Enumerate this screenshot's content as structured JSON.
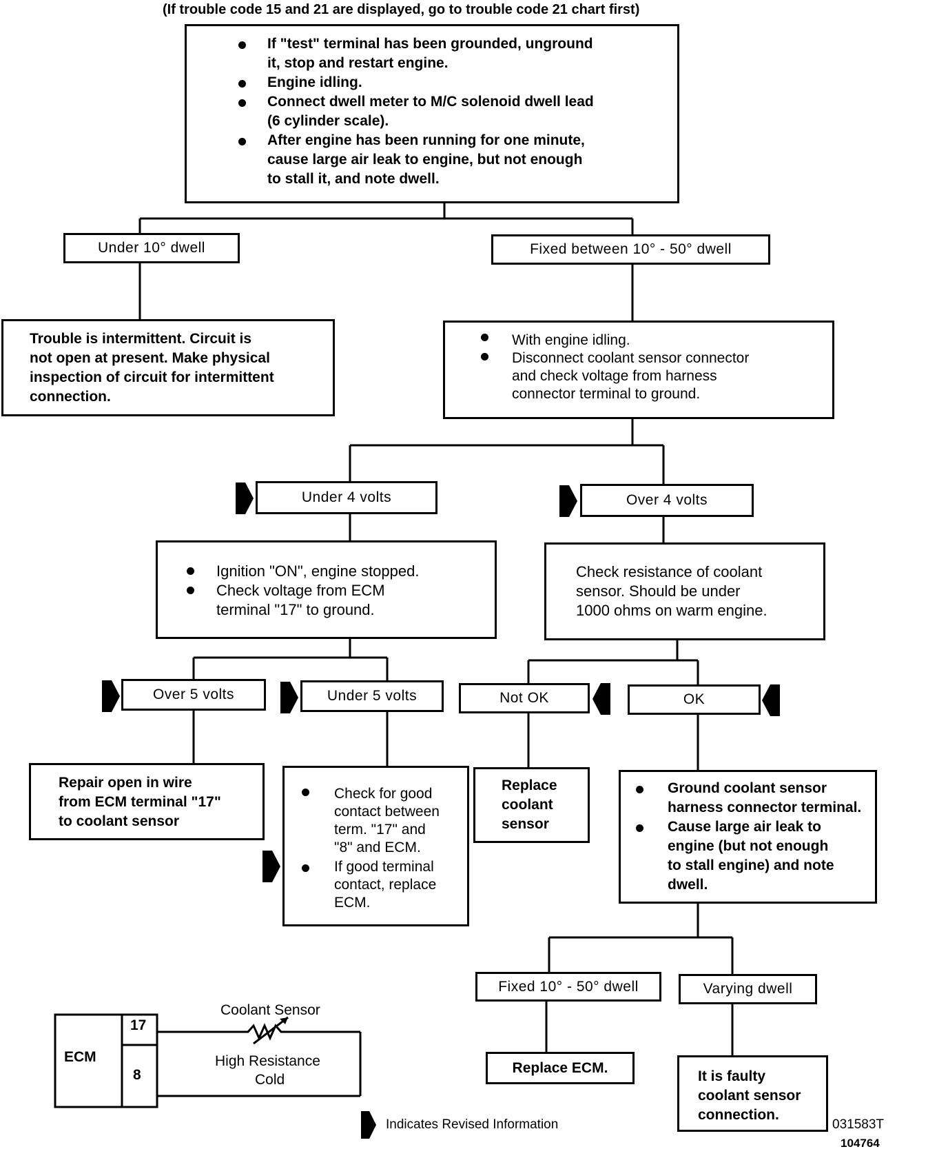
{
  "header_note": "(If trouble code 15 and 21 are displayed, go to trouble code 21 chart first)",
  "top_box": {
    "items": [
      "If \"test\" terminal has been grounded, unground",
      "it, stop and restart engine.",
      "Engine idling.",
      "Connect dwell meter to M/C solenoid dwell lead",
      "(6 cylinder scale).",
      "After engine has been running for one minute,",
      "cause large air leak to engine, but not enough",
      "to stall it, and note dwell."
    ]
  },
  "branch_under_10": "Under 10° dwell",
  "branch_fixed_10_50": "Fixed between 10° - 50° dwell",
  "intermittent_box": {
    "lines": [
      "Trouble is intermittent. Circuit is",
      "not open at present. Make physical",
      "inspection of circuit for intermittent",
      "connection."
    ]
  },
  "idle_box": {
    "lines": [
      "With engine idling.",
      "Disconnect coolant sensor connector",
      "and check voltage from harness",
      "connector terminal to ground."
    ]
  },
  "under_4v": "Under 4 volts",
  "over_4v": "Over 4 volts",
  "ignition_box": {
    "lines": [
      "Ignition \"ON\", engine stopped.",
      "Check voltage from ECM",
      "terminal \"17\" to ground."
    ]
  },
  "resistance_box": {
    "lines": [
      "Check resistance of coolant",
      "sensor.  Should be under",
      "1000 ohms on warm engine."
    ]
  },
  "over_5v": "Over 5 volts",
  "under_5v": "Under 5 volts",
  "not_ok": "Not OK",
  "ok": "OK",
  "repair_box": {
    "lines": [
      "Repair open in wire",
      "from ECM terminal \"17\"",
      "to coolant sensor"
    ]
  },
  "contact_box": {
    "lines": [
      "Check for good",
      "contact between",
      "term. \"17\" and",
      "\"8\" and ECM.",
      "If good terminal",
      "contact, replace",
      "ECM."
    ]
  },
  "replace_sensor_box": {
    "lines": [
      "Replace",
      "coolant",
      "sensor"
    ]
  },
  "ground_box": {
    "lines": [
      "Ground coolant sensor",
      "harness connector terminal.",
      "Cause large air leak to",
      "engine (but not enough",
      "to stall engine) and note",
      "dwell."
    ]
  },
  "fixed_10_50": "Fixed 10° - 50° dwell",
  "varying_dwell": "Varying dwell",
  "replace_ecm": "Replace ECM.",
  "faulty_box": {
    "lines": [
      "It is faulty",
      "coolant sensor",
      "connection."
    ]
  },
  "schematic": {
    "title": "Coolant Sensor",
    "ecm": "ECM",
    "terminal_17": "17",
    "terminal_8": "8",
    "line1": "High Resistance",
    "line2": "Cold"
  },
  "legend": "Indicates Revised Information",
  "code1": "031583T",
  "code2": "104764"
}
